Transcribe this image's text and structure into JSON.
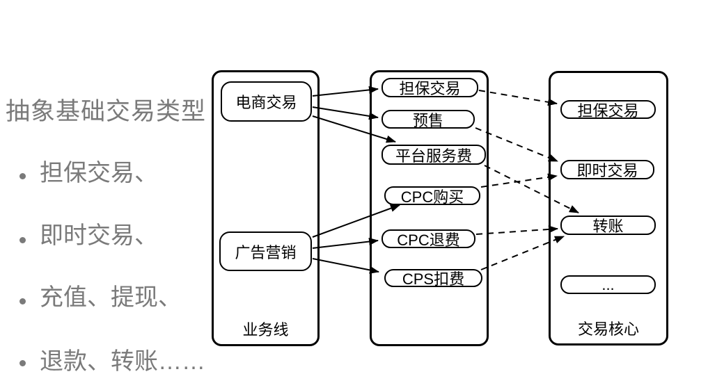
{
  "left_panel": {
    "title": "抽象基础交易类型",
    "bullets": [
      "担保交易、",
      "即时交易、",
      "充值、提现、",
      "退款、转账……"
    ],
    "text_color": "#7a7a7a"
  },
  "diagram": {
    "line_color": "#000000",
    "columns": [
      {
        "id": "business",
        "label": "业务线"
      },
      {
        "id": "middle",
        "label": ""
      },
      {
        "id": "core",
        "label": "交易核心"
      }
    ],
    "nodes": [
      {
        "id": "ecommerce",
        "label": "电商交易",
        "column": "business"
      },
      {
        "id": "ads",
        "label": "广告营销",
        "column": "business"
      },
      {
        "id": "m-danbao",
        "label": "担保交易",
        "column": "middle"
      },
      {
        "id": "m-presale",
        "label": "预售",
        "column": "middle"
      },
      {
        "id": "m-platform-fee",
        "label": "平台服务费",
        "column": "middle"
      },
      {
        "id": "m-cpc-buy",
        "label": "CPC购买",
        "column": "middle"
      },
      {
        "id": "m-cpc-refund",
        "label": "CPC退费",
        "column": "middle"
      },
      {
        "id": "m-cps-charge",
        "label": "CPS扣费",
        "column": "middle"
      },
      {
        "id": "r-danbao",
        "label": "担保交易",
        "column": "core"
      },
      {
        "id": "r-instant",
        "label": "即时交易",
        "column": "core"
      },
      {
        "id": "r-transfer",
        "label": "转账",
        "column": "core"
      },
      {
        "id": "r-more",
        "label": "...",
        "column": "core"
      }
    ],
    "edges": [
      {
        "from": "ecommerce",
        "to": "m-danbao",
        "style": "solid"
      },
      {
        "from": "ecommerce",
        "to": "m-presale",
        "style": "solid"
      },
      {
        "from": "ecommerce",
        "to": "m-platform-fee",
        "style": "solid"
      },
      {
        "from": "ads",
        "to": "m-cpc-buy",
        "style": "solid"
      },
      {
        "from": "ads",
        "to": "m-cpc-refund",
        "style": "solid"
      },
      {
        "from": "ads",
        "to": "m-cps-charge",
        "style": "solid"
      },
      {
        "from": "m-danbao",
        "to": "r-danbao",
        "style": "dashed"
      },
      {
        "from": "m-presale",
        "to": "r-instant",
        "style": "dashed"
      },
      {
        "from": "m-platform-fee",
        "to": "r-transfer",
        "style": "dashed"
      },
      {
        "from": "m-cpc-buy",
        "to": "r-instant",
        "style": "dashed"
      },
      {
        "from": "m-cpc-refund",
        "to": "r-transfer",
        "style": "dashed"
      },
      {
        "from": "m-cps-charge",
        "to": "r-transfer",
        "style": "dashed"
      }
    ]
  }
}
